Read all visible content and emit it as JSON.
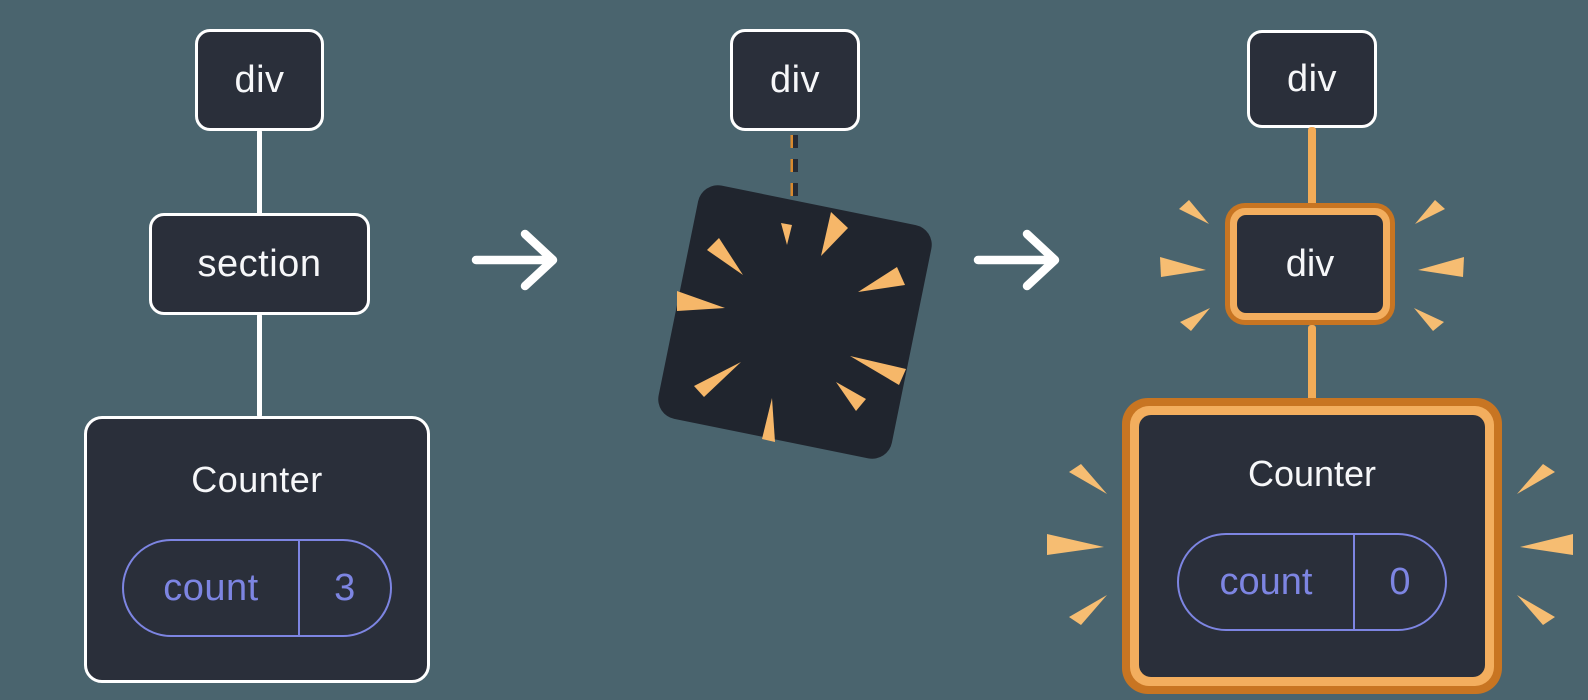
{
  "colors": {
    "background": "#4a646e",
    "node_fill": "#2a2f3a",
    "node_border": "#ffffff",
    "state_accent": "#7d85e2",
    "highlight_orange_light": "#f3ae5e",
    "highlight_orange_dark": "#c87522",
    "spark_orange": "#f6bd72",
    "arrow": "#ffffff"
  },
  "before_tree": {
    "root_label": "div",
    "child_label": "section",
    "component": {
      "title": "Counter",
      "state_label": "count",
      "state_value": "3"
    }
  },
  "transition": {
    "root_label": "div"
  },
  "after_tree": {
    "root_label": "div",
    "child_label": "div",
    "component": {
      "title": "Counter",
      "state_label": "count",
      "state_value": "0"
    }
  }
}
